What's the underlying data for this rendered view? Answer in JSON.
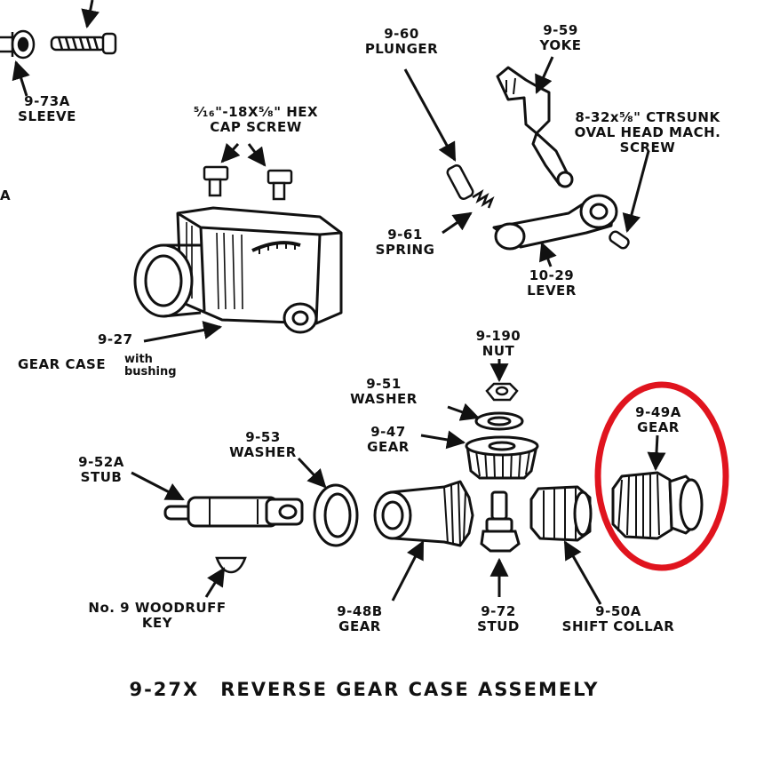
{
  "title": {
    "part": "9-27X",
    "name": "REVERSE GEAR CASE ASSEMELY"
  },
  "parts": {
    "sleeve": {
      "number": "9-73A",
      "name": "SLEEVE"
    },
    "edge_fragment": "A",
    "cap_screw": {
      "size_prefix": "⁵⁄₁₆\"-18X⁵⁄₈\"",
      "line1_tail": "HEX",
      "line2": "CAP SCREW"
    },
    "plunger": {
      "number": "9-60",
      "name": "PLUNGER"
    },
    "yoke": {
      "number": "9-59",
      "name": "YOKE"
    },
    "screw": {
      "line1": "8-32x⅝\" CTRSUNK",
      "line2": "OVAL HEAD MACH.",
      "line3": "SCREW"
    },
    "spring": {
      "number": "9-61",
      "name": "SPRING"
    },
    "lever": {
      "number": "10-29",
      "name": "LEVER"
    },
    "gear_case": {
      "number": "9-27",
      "name": "GEAR CASE",
      "note_line1": "with",
      "note_line2": "bushing"
    },
    "nut": {
      "number": "9-190",
      "name": "NUT"
    },
    "washer_51": {
      "number": "9-51",
      "name": "WASHER"
    },
    "gear_47": {
      "number": "9-47",
      "name": "GEAR"
    },
    "stub": {
      "number": "9-52A",
      "name": "STUB"
    },
    "washer_53": {
      "number": "9-53",
      "name": "WASHER"
    },
    "gear_49a": {
      "number": "9-49A",
      "name": "GEAR"
    },
    "key": {
      "line1": "No. 9 WOODRUFF",
      "line2": "KEY"
    },
    "gear_48b": {
      "number": "9-48B",
      "name": "GEAR"
    },
    "stud": {
      "number": "9-72",
      "name": "STUD"
    },
    "shift_collar": {
      "number": "9-50A",
      "name": "SHIFT COLLAR"
    }
  },
  "highlight_color": "#e0141e"
}
